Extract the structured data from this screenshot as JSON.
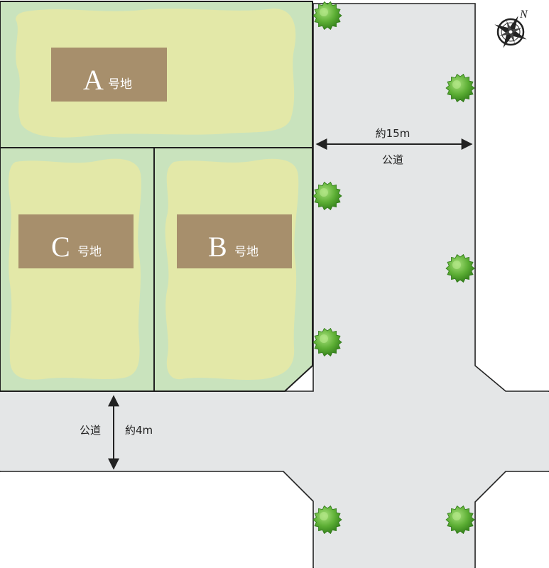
{
  "lots": [
    {
      "id": "A",
      "letter": "A",
      "suffix": "号地"
    },
    {
      "id": "B",
      "letter": "B",
      "suffix": "号地"
    },
    {
      "id": "C",
      "letter": "C",
      "suffix": "号地"
    }
  ],
  "roads": {
    "east": {
      "name": "公道",
      "width": "約15m"
    },
    "south": {
      "name": "公道",
      "width": "約4m"
    }
  },
  "compass": {
    "north_label": "N",
    "icon": "compass-rose-icon"
  },
  "colors": {
    "road": "#e4e6e7",
    "road_outline": "#222222",
    "lot_base": "#c9e3bd",
    "lot_inner": "#e3e8a8",
    "building": "#a78f6c",
    "tree": "#5cae34",
    "lot_border": "#1f1f1f"
  }
}
